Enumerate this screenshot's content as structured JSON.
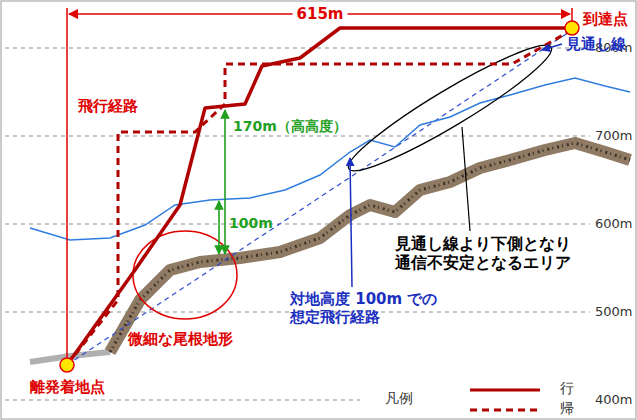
{
  "diagram": {
    "labels": [
      "615m",
      "到達点",
      "800m",
      "見通し線",
      "飛行経路",
      "700m",
      "170m（高高度）",
      "100m",
      "600m",
      "見通し線より下側となり 通信不安定となるエリア",
      "対地高度 100m での 想定飛行経路",
      "微細な尾根地形",
      "500m",
      "離発着地点",
      "400m",
      "凡例"
    ],
    "legend": [
      {
        "text": "行"
      },
      {
        "text": "帰"
      }
    ]
  }
}
